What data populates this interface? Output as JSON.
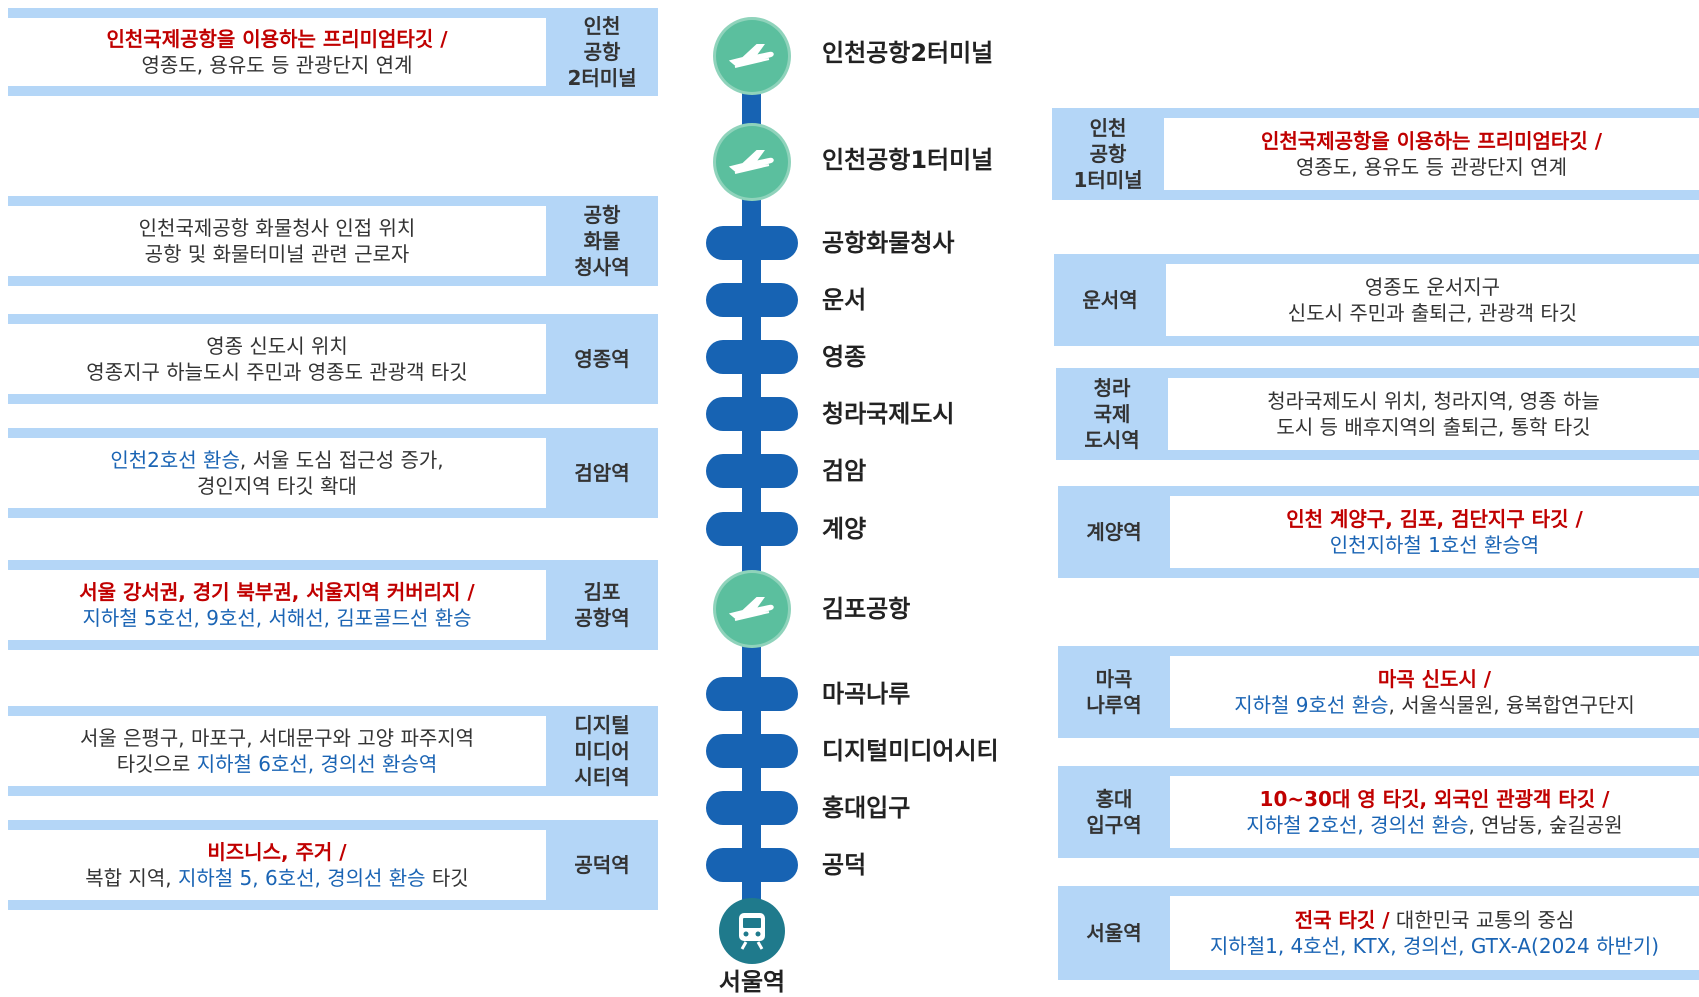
{
  "stations": [
    {
      "name": "인천공항2터미널",
      "marker": "airport-icon"
    },
    {
      "name": "인천공항1터미널",
      "marker": "airport-icon"
    },
    {
      "name": "공항화물청사",
      "marker": "stop"
    },
    {
      "name": "운서",
      "marker": "stop"
    },
    {
      "name": "영종",
      "marker": "stop"
    },
    {
      "name": "청라국제도시",
      "marker": "stop"
    },
    {
      "name": "검암",
      "marker": "stop"
    },
    {
      "name": "계양",
      "marker": "stop"
    },
    {
      "name": "김포공항",
      "marker": "airport-icon"
    },
    {
      "name": "마곡나루",
      "marker": "stop"
    },
    {
      "name": "디지털미디어시티",
      "marker": "stop"
    },
    {
      "name": "홍대입구",
      "marker": "stop"
    },
    {
      "name": "공덕",
      "marker": "stop"
    },
    {
      "name": "서울역",
      "marker": "train-icon"
    }
  ],
  "cards": {
    "c0": {
      "label": [
        "인천",
        "공항",
        "2터미널"
      ],
      "lines": [
        [
          {
            "t": "인천국제공항을 이용하는 프리미엄타깃 /",
            "c": "red"
          }
        ],
        [
          {
            "t": "영종도, 용유도 등 관광단지 연계",
            "c": "dark"
          }
        ]
      ]
    },
    "c1": {
      "label": [
        "인천",
        "공항",
        "1터미널"
      ],
      "lines": [
        [
          {
            "t": "인천국제공항을 이용하는 프리미엄타깃 /",
            "c": "red"
          }
        ],
        [
          {
            "t": "영종도, 용유도 등 관광단지 연계",
            "c": "dark"
          }
        ]
      ]
    },
    "c2": {
      "label": [
        "공항",
        "화물",
        "청사역"
      ],
      "lines": [
        [
          {
            "t": "인천국제공항 화물청사 인접 위치",
            "c": "dark"
          }
        ],
        [
          {
            "t": "공항 및 화물터미널 관련 근로자",
            "c": "dark"
          }
        ]
      ]
    },
    "c3": {
      "label": [
        "운서역"
      ],
      "lines": [
        [
          {
            "t": "영종도 운서지구",
            "c": "dark"
          }
        ],
        [
          {
            "t": "신도시 주민과 출퇴근, 관광객 타깃",
            "c": "dark"
          }
        ]
      ]
    },
    "c4": {
      "label": [
        "영종역"
      ],
      "lines": [
        [
          {
            "t": "영종 신도시 위치",
            "c": "dark"
          }
        ],
        [
          {
            "t": "영종지구 하늘도시 주민과 영종도 관광객 타깃",
            "c": "dark"
          }
        ]
      ]
    },
    "c5": {
      "label": [
        "청라",
        "국제",
        "도시역"
      ],
      "lines": [
        [
          {
            "t": "청라국제도시 위치, 청라지역, 영종 하늘",
            "c": "dark"
          }
        ],
        [
          {
            "t": "도시 등 배후지역의 출퇴근, 통학 타깃",
            "c": "dark"
          }
        ]
      ]
    },
    "c6": {
      "label": [
        "검암역"
      ],
      "lines": [
        [
          {
            "t": "인천2호선 환승",
            "c": "blue"
          },
          {
            "t": ", 서울 도심 접근성 증가,",
            "c": "dark"
          }
        ],
        [
          {
            "t": "경인지역 타깃 확대",
            "c": "dark"
          }
        ]
      ]
    },
    "c7": {
      "label": [
        "계양역"
      ],
      "lines": [
        [
          {
            "t": "인천 계양구, 김포, 검단지구 타깃 /",
            "c": "red"
          }
        ],
        [
          {
            "t": "인천지하철 1호선 환승역",
            "c": "blue"
          }
        ]
      ]
    },
    "c8": {
      "label": [
        "김포",
        "공항역"
      ],
      "lines": [
        [
          {
            "t": "서울 강서권, 경기 북부권, 서울지역 커버리지 /",
            "c": "red"
          }
        ],
        [
          {
            "t": "지하철 5호선, 9호선, 서해선, 김포골드선 환승",
            "c": "blue"
          }
        ]
      ]
    },
    "c9": {
      "label": [
        "마곡",
        "나루역"
      ],
      "lines": [
        [
          {
            "t": "마곡 신도시 /",
            "c": "red"
          }
        ],
        [
          {
            "t": "지하철 9호선 환승",
            "c": "blue"
          },
          {
            "t": ", 서울식물원, 융복합연구단지",
            "c": "dark"
          }
        ]
      ]
    },
    "c10": {
      "label": [
        "디지털",
        "미디어",
        "시티역"
      ],
      "lines": [
        [
          {
            "t": "서울 은평구, 마포구, 서대문구와 고양 파주지역",
            "c": "dark"
          }
        ],
        [
          {
            "t": "타깃으로 ",
            "c": "dark"
          },
          {
            "t": "지하철 6호선, 경의선 환승역",
            "c": "blue"
          }
        ]
      ]
    },
    "c11": {
      "label": [
        "홍대",
        "입구역"
      ],
      "lines": [
        [
          {
            "t": "10~30대 영 타깃, 외국인 관광객 타깃 /",
            "c": "red"
          }
        ],
        [
          {
            "t": "지하철 2호선, 경의선 환승",
            "c": "blue"
          },
          {
            "t": ", 연남동, 숲길공원",
            "c": "dark"
          }
        ]
      ]
    },
    "c12": {
      "label": [
        "공덕역"
      ],
      "lines": [
        [
          {
            "t": "비즈니스, 주거 /",
            "c": "red"
          }
        ],
        [
          {
            "t": "복합 지역, ",
            "c": "dark"
          },
          {
            "t": "지하철 5, 6호선, 경의선 환승",
            "c": "blue"
          },
          {
            "t": " 타깃",
            "c": "dark"
          }
        ]
      ]
    },
    "c13": {
      "label": [
        "서울역"
      ],
      "lines": [
        [
          {
            "t": "전국 타깃 /",
            "c": "red"
          },
          {
            "t": " 대한민국 교통의 중심",
            "c": "dark"
          }
        ],
        [
          {
            "t": "지하철1, 4호선, KTX, 경의선, GTX-A(2024 하반기)",
            "c": "blue"
          }
        ]
      ]
    }
  }
}
